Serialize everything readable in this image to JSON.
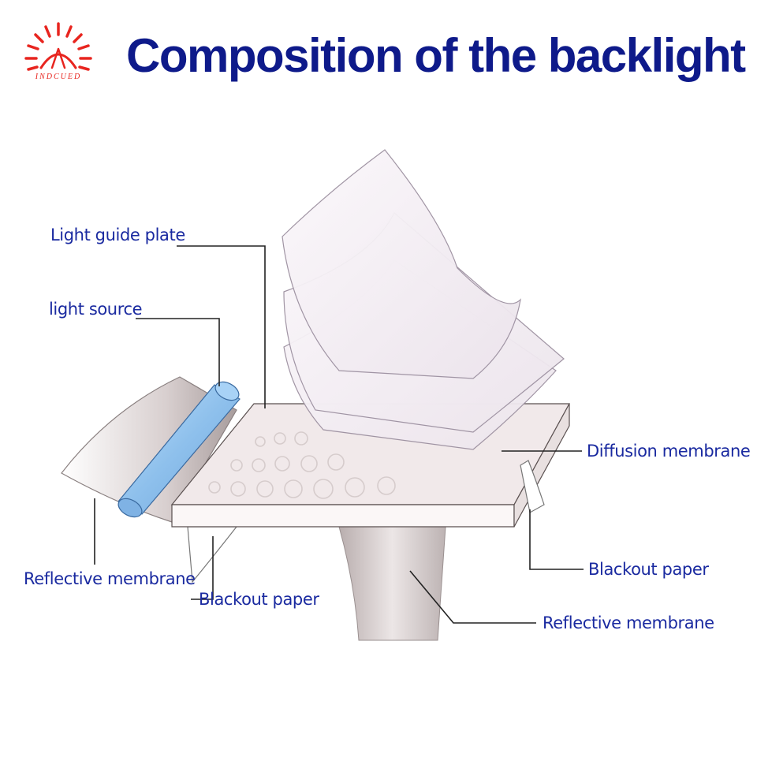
{
  "header": {
    "title": "Composition of the backlight",
    "logo_text": "INDCUED",
    "logo_color": "#e8251f"
  },
  "labels": {
    "light_guide_plate": "Light guide plate",
    "light_source": "light source",
    "reflective_membrane_left": "Reflective membrane",
    "blackout_paper_bottom": "Blackout paper",
    "diffusion_membrane": "Diffusion membrane",
    "blackout_paper_right": "Blackout paper",
    "reflective_membrane_bottom": "Reflective membrane"
  },
  "colors": {
    "title": "#0e1a8a",
    "label": "#1a2aa0",
    "light_source": "#9cc8ee",
    "leader_line": "#222222"
  }
}
